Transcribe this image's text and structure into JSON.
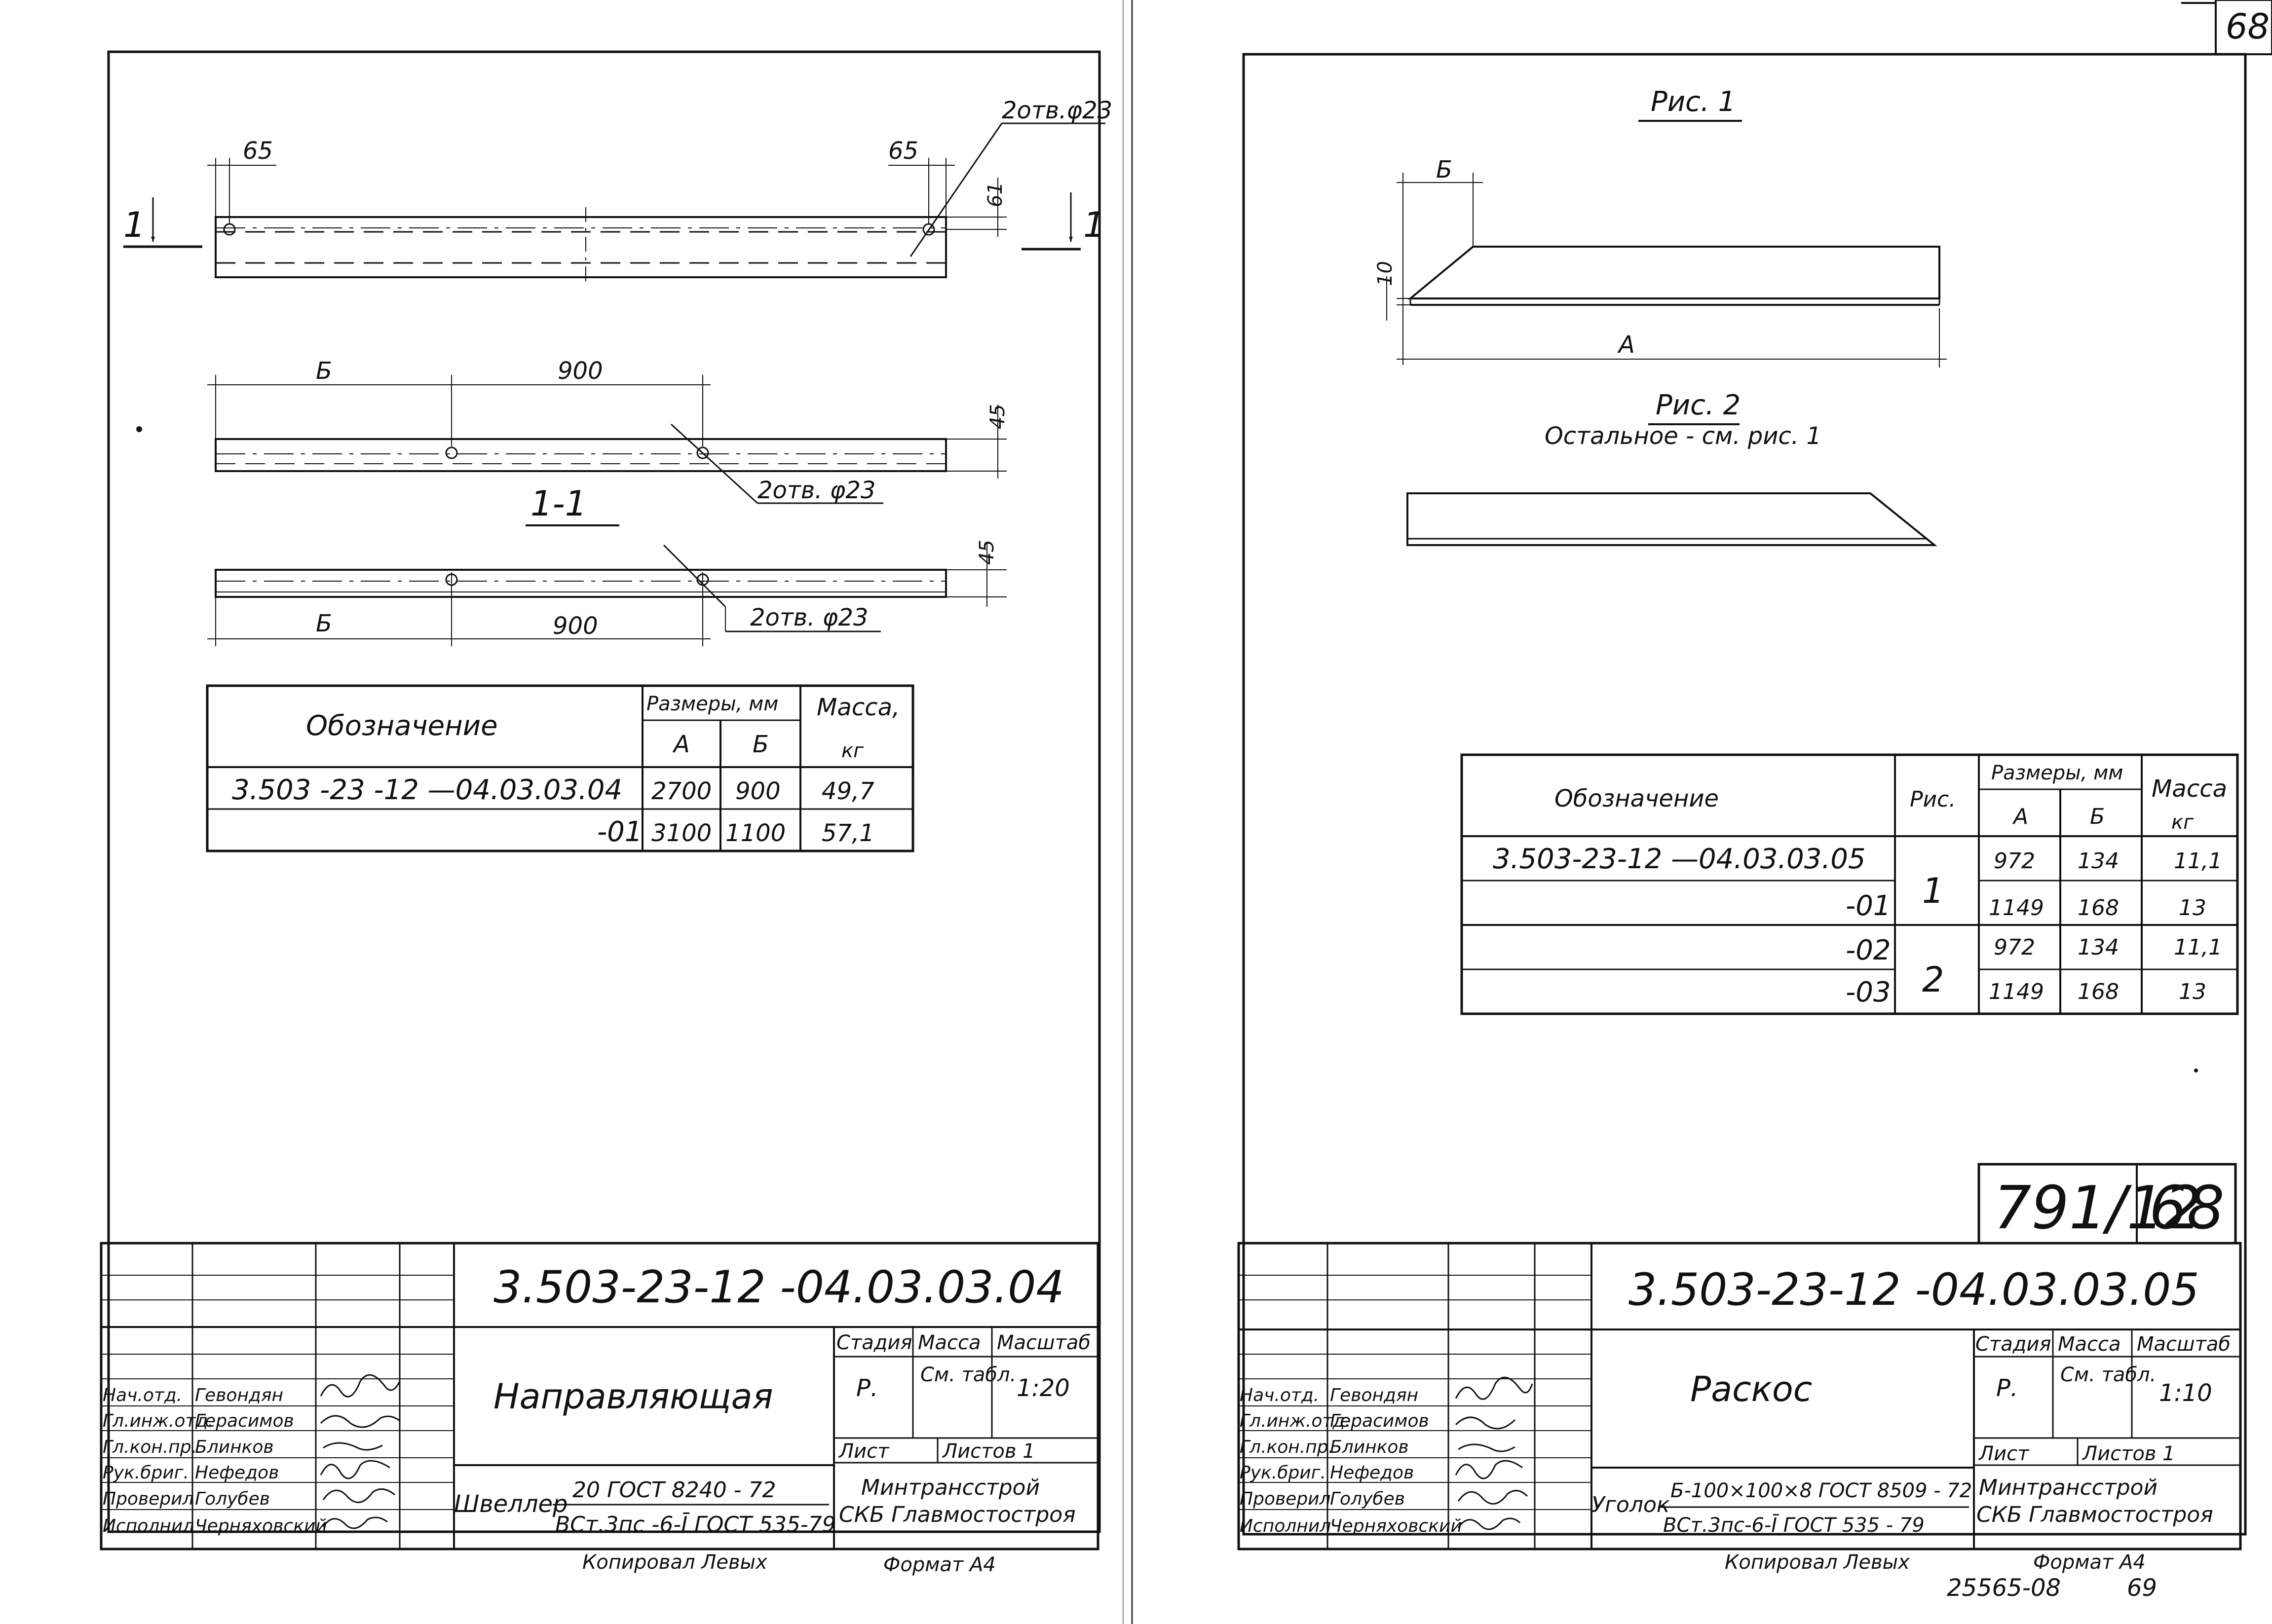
{
  "sheet_number_top": "68",
  "left_sheet": {
    "drawing": {
      "dim_65_left": "65",
      "dim_65_right": "65",
      "dim_61": "61",
      "holes_note_top": "2отв.φ23",
      "section_mark": "1",
      "dim_B_top": "Б",
      "dim_900_top": "900",
      "dim_45_mid": "45",
      "holes_note_mid": "2отв. φ23",
      "section_title": "1-1",
      "dim_45_bottom": "45",
      "holes_note_bottom": "2отв. φ23",
      "dim_B_bottom": "Б",
      "dim_900_bottom": "900"
    },
    "table": {
      "col_designation": "Обозначение",
      "col_dims": "Размеры, мм",
      "col_A": "А",
      "col_B": "Б",
      "col_mass": "Масса,",
      "col_mass_unit": "кг",
      "rows": [
        {
          "designation": "3.503 -23 -12 —04.03.03.04",
          "A": "2700",
          "B": "900",
          "mass": "49,7"
        },
        {
          "designation": "-01",
          "A": "3100",
          "B": "1100",
          "mass": "57,1"
        }
      ]
    },
    "title_block": {
      "code": "3.503-23-12 -04.03.03.04",
      "name": "Направляющая",
      "stage_label": "Стадия",
      "mass_label": "Масса",
      "scale_label": "Масштаб",
      "stage": "Р.",
      "mass": "См. табл.",
      "scale": "1:20",
      "sheet_label": "Лист",
      "sheets_label": "Листов 1",
      "material_label": "Швеллер",
      "material_line1": "20 ГОСТ 8240 - 72",
      "material_line2": "ВСт.3пс -6-Ī ГОСТ 535-79",
      "org_line1": "Минтрансстрой",
      "org_line2": "СКБ Главмостостроя",
      "roles": [
        {
          "role": "Нач.отд.",
          "name": "Гевондян"
        },
        {
          "role": "Гл.инж.отд.",
          "name": "Герасимов"
        },
        {
          "role": "Гл.кон.пр.",
          "name": "Блинков"
        },
        {
          "role": "Рук.бриг.",
          "name": "Нефедов"
        },
        {
          "role": "Проверил",
          "name": "Голубев"
        },
        {
          "role": "Исполнил",
          "name": "Черняховский"
        }
      ],
      "copied": "Копировал Левых",
      "format": "Формат А4"
    }
  },
  "right_sheet": {
    "drawing": {
      "fig1_title": "Рис. 1",
      "dim_B": "Б",
      "dim_10": "10",
      "dim_A": "А",
      "fig2_title": "Рис. 2",
      "fig2_note": "Остальное - см. рис. 1"
    },
    "table": {
      "col_designation": "Обозначение",
      "col_fig": "Рис.",
      "col_dims": "Размеры, мм",
      "col_A": "А",
      "col_B": "Б",
      "col_mass": "Масса",
      "col_mass_unit": "кг",
      "rows": [
        {
          "designation": "3.503-23-12 —04.03.03.05",
          "A": "972",
          "B": "134",
          "mass": "11,1"
        },
        {
          "designation": "-01",
          "A": "1149",
          "B": "168",
          "mass": "13"
        },
        {
          "designation": "-02",
          "A": "972",
          "B": "134",
          "mass": "11,1"
        },
        {
          "designation": "-03",
          "A": "1149",
          "B": "168",
          "mass": "13"
        }
      ],
      "fig_values": [
        "1",
        "2"
      ]
    },
    "stamp_album": "791/12",
    "stamp_page": "68",
    "title_block": {
      "code": "3.503-23-12 -04.03.03.05",
      "name": "Раскос",
      "stage_label": "Стадия",
      "mass_label": "Масса",
      "scale_label": "Масштаб",
      "stage": "Р.",
      "mass": "См. табл.",
      "scale": "1:10",
      "sheet_label": "Лист",
      "sheets_label": "Листов 1",
      "material_label": "Уголок",
      "material_line1": "Б-100×100×8 ГОСТ 8509 - 72",
      "material_line2": "ВСт.3пс-6-Ī ГОСТ 535 - 79",
      "org_line1": "Минтрансстрой",
      "org_line2": "СКБ Главмостостроя",
      "roles": [
        {
          "role": "Нач.отд.",
          "name": "Гевондян"
        },
        {
          "role": "Гл.инж.отд.",
          "name": "Герасимов"
        },
        {
          "role": "Гл.кон.пр.",
          "name": "Блинков"
        },
        {
          "role": "Рук.бриг.",
          "name": "Нефедов"
        },
        {
          "role": "Проверил",
          "name": "Голубев"
        },
        {
          "role": "Исполнил",
          "name": "Черняховский"
        }
      ],
      "copied": "Копировал Левых",
      "format": "Формат А4",
      "extra_number": "25565-08",
      "extra_page": "69"
    }
  }
}
